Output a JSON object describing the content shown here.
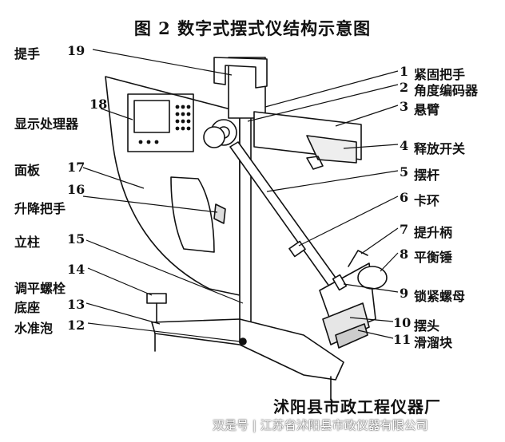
{
  "title": "图 2 数字式摆式仪结构示意图",
  "manufacturer": "沭阳县市政工程仪器厂",
  "watermark": "双是号 | 江苏省沭阳县市政仪器有限公司",
  "left_parts": [
    {
      "num": "19",
      "label": "提手"
    },
    {
      "num": "18",
      "label": "显示处理器"
    },
    {
      "num": "17",
      "label": "面板"
    },
    {
      "num": "16",
      "label": "升降把手"
    },
    {
      "num": "15",
      "label": "立柱"
    },
    {
      "num": "14",
      "label": "调平螺栓"
    },
    {
      "num": "13",
      "label": "底座"
    },
    {
      "num": "12",
      "label": "水准泡"
    }
  ],
  "right_parts": [
    {
      "num": "1",
      "label": "紧固把手"
    },
    {
      "num": "2",
      "label": "角度编码器"
    },
    {
      "num": "3",
      "label": "悬臂"
    },
    {
      "num": "4",
      "label": "释放开关"
    },
    {
      "num": "5",
      "label": "摆杆"
    },
    {
      "num": "6",
      "label": "卡环"
    },
    {
      "num": "7",
      "label": "提升柄"
    },
    {
      "num": "8",
      "label": "平衡锤"
    },
    {
      "num": "9",
      "label": "锁紧螺母"
    },
    {
      "num": "10",
      "label": "摆头"
    },
    {
      "num": "11",
      "label": "滑溜块"
    }
  ]
}
